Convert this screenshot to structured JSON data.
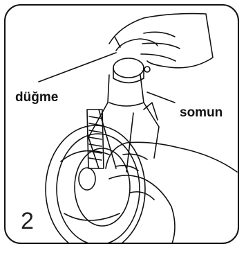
{
  "step_number": "2",
  "callouts": {
    "left_label": "düğme",
    "right_label": "somun"
  }
}
